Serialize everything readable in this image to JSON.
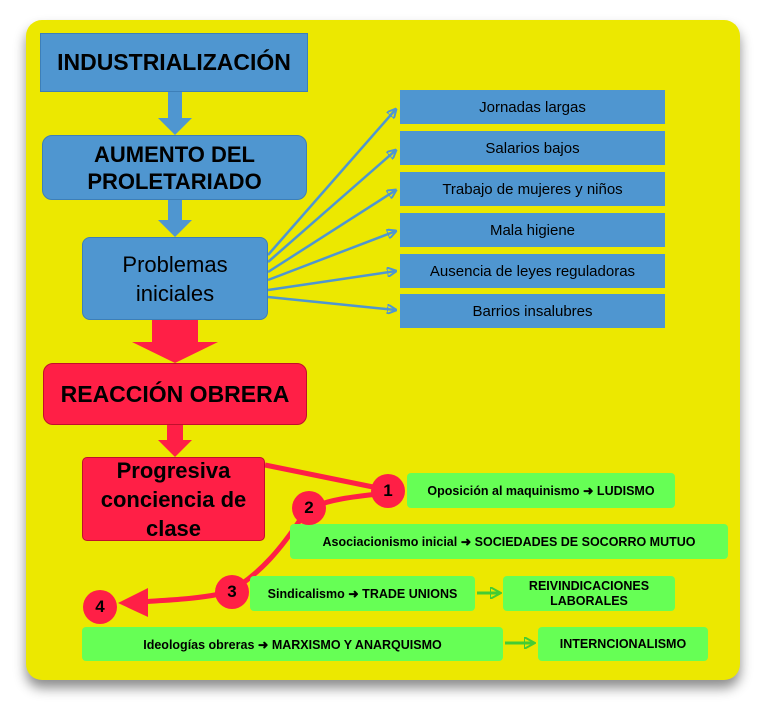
{
  "main_flow": {
    "industrializacion": "INDUSTRIALIZACIÓN",
    "aumento": "AUMENTO DEL PROLETARIADO",
    "problemas": "Problemas iniciales",
    "reaccion": "REACCIÓN OBRERA",
    "conciencia": "Progresiva conciencia de clase"
  },
  "problems": [
    "Jornadas largas",
    "Salarios bajos",
    "Trabajo de mujeres y niños",
    "Mala higiene",
    "Ausencia de leyes reguladoras",
    "Barrios insalubres"
  ],
  "stages": [
    {
      "number": "1",
      "label": "Oposición al maquinismo ➜ LUDISMO"
    },
    {
      "number": "2",
      "label": "Asociacionismo inicial ➜ SOCIEDADES DE SOCORRO MUTUO"
    },
    {
      "number": "3",
      "label": "Sindicalismo ➜ TRADE UNIONS",
      "result": "REIVINDICACIONES LABORALES"
    },
    {
      "number": "4",
      "label": "Ideologías obreras ➜ MARXISMO Y ANARQUISMO",
      "result": "INTERNCIONALISMO"
    }
  ],
  "colors": {
    "background": "#ece800",
    "blue": "#4f96d0",
    "red": "#ff1f46",
    "green": "#66ff55"
  }
}
